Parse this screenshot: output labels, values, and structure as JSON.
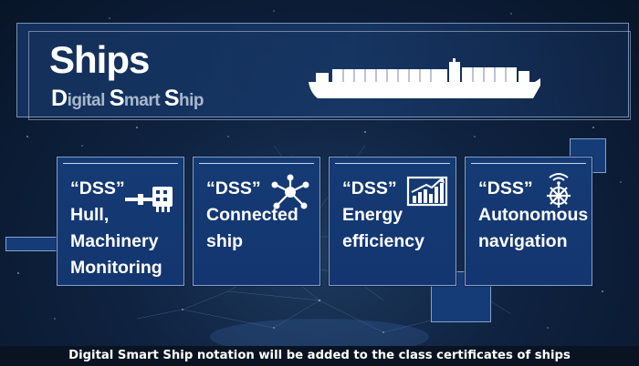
{
  "header": {
    "title": "Ships",
    "subtitle_parts": [
      {
        "cap": "D",
        "rest": "igital "
      },
      {
        "cap": "S",
        "rest": "mart "
      },
      {
        "cap": "S",
        "rest": "hip"
      }
    ]
  },
  "cards": [
    {
      "line1": "“DSS”",
      "line2": "Hull,",
      "line3": "Machinery",
      "line4": "Monitoring",
      "icon": "hull-machinery-icon"
    },
    {
      "line1": "“DSS”",
      "line2": "Connected",
      "line3": "ship",
      "icon": "network-icon"
    },
    {
      "line1": "“DSS”",
      "line2": "Energy",
      "line3": "efficiency",
      "icon": "chart-growth-icon"
    },
    {
      "line1": "“DSS”",
      "line2": "Autonomous",
      "line3": "navigation",
      "icon": "ship-wheel-wifi-icon"
    }
  ],
  "footer": {
    "note": "Digital Smart Ship notation will be added to the class certificates of ships"
  },
  "colors": {
    "card_bg": "#153a74",
    "bg_dark": "#081528",
    "subtitle_gray": "#a8b8cc"
  }
}
